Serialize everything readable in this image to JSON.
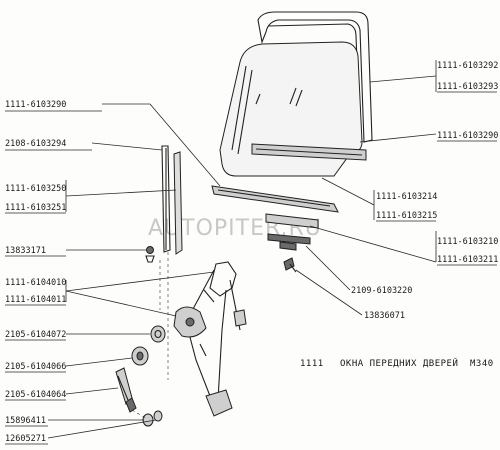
{
  "labels": {
    "l_6103292": "1111-6103292",
    "l_6103293": "1111-6103293",
    "l_6103290_right": "1111-6103290",
    "l_6103290_left": "1111-6103290",
    "l_6103294": "2108-6103294",
    "l_6103250": "1111-6103250",
    "l_6103251": "1111-6103251",
    "l_6103214": "1111-6103214",
    "l_6103215": "1111-6103215",
    "l_6103210": "1111-6103210",
    "l_6103211": "1111-6103211",
    "l_13833171": "13833171",
    "l_6104010": "1111-6104010",
    "l_6104011": "1111-6104011",
    "l_6103220": "2109-6103220",
    "l_13836071": "13836071",
    "l_6104072": "2105-6104072",
    "l_6104066": "2105-6104066",
    "l_6104064": "2105-6104064",
    "l_15896411": "15896411",
    "l_12605271": "12605271"
  },
  "caption": {
    "model": "1111",
    "title": "ОКНА ПЕРЕДНИХ ДВЕРЕЙ",
    "code": "М340"
  },
  "watermark": "AUTOPITER.RU"
}
